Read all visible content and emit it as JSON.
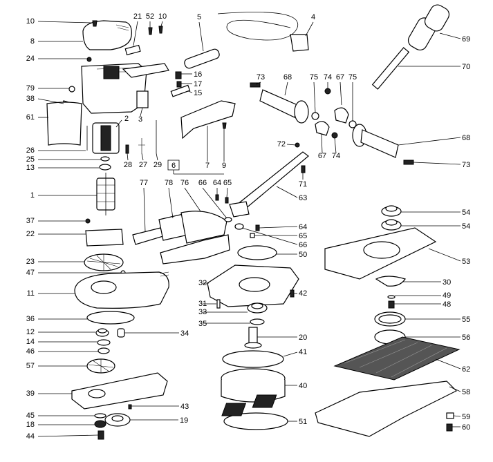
{
  "diagram": {
    "callouts": [
      "1",
      "2",
      "3",
      "4",
      "5",
      "6",
      "7",
      "8",
      "9",
      "10",
      "10",
      "11",
      "12",
      "13",
      "14",
      "15",
      "16",
      "17",
      "18",
      "19",
      "20",
      "21",
      "22",
      "23",
      "24",
      "25",
      "26",
      "27",
      "28",
      "29",
      "30",
      "31",
      "32",
      "33",
      "34",
      "35",
      "36",
      "37",
      "38",
      "39",
      "40",
      "41",
      "42",
      "43",
      "44",
      "45",
      "46",
      "47",
      "48",
      "49",
      "50",
      "51",
      "52",
      "53",
      "54",
      "54",
      "55",
      "56",
      "57",
      "58",
      "59",
      "60",
      "61",
      "62",
      "63",
      "64",
      "64",
      "65",
      "65",
      "66",
      "66",
      "67",
      "67",
      "68",
      "68",
      "69",
      "70",
      "71",
      "72",
      "73",
      "73",
      "74",
      "74",
      "75",
      "75",
      "76",
      "77",
      "78",
      "79"
    ]
  }
}
